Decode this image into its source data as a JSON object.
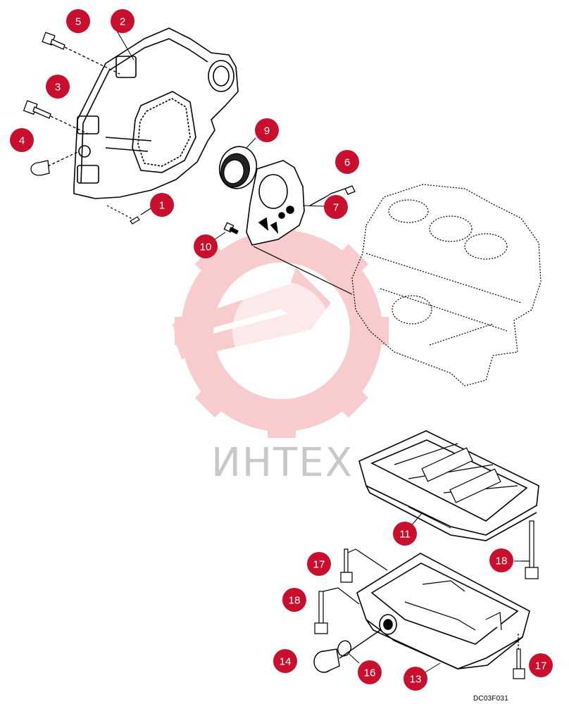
{
  "diagram": {
    "figure_code": "DC03F031",
    "watermark_text": "ИНТЕХ",
    "callouts": [
      {
        "id": "c5",
        "num": "5"
      },
      {
        "id": "c2",
        "num": "2"
      },
      {
        "id": "c3",
        "num": "3"
      },
      {
        "id": "c4",
        "num": "4"
      },
      {
        "id": "c9",
        "num": "9"
      },
      {
        "id": "c6",
        "num": "6"
      },
      {
        "id": "c7",
        "num": "7"
      },
      {
        "id": "c1",
        "num": "1"
      },
      {
        "id": "c10",
        "num": "10"
      },
      {
        "id": "c11",
        "num": "11"
      },
      {
        "id": "c18a",
        "num": "18"
      },
      {
        "id": "c17a",
        "num": "17"
      },
      {
        "id": "c18b",
        "num": "18"
      },
      {
        "id": "c14",
        "num": "14"
      },
      {
        "id": "c16",
        "num": "16"
      },
      {
        "id": "c13",
        "num": "13"
      },
      {
        "id": "c17b",
        "num": "17"
      }
    ],
    "colors": {
      "callout_fill": "#c8102e",
      "line": "#000000",
      "watermark": "#f2a5a5"
    }
  }
}
